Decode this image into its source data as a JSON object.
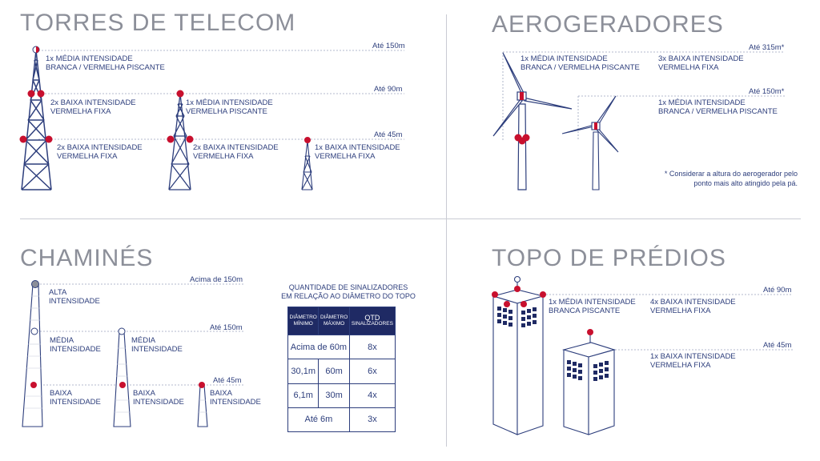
{
  "telecom": {
    "title": "TORRES DE TELECOM",
    "h150": "Até 150m",
    "h90": "Até 90m",
    "h45": "Até 45m",
    "l1": [
      "1x MÉDIA INTENSIDADE",
      "BRANCA / VERMELHA PISCANTE"
    ],
    "l2": [
      "2x BAIXA INTENSIDADE",
      "VERMELHA FIXA"
    ],
    "l3": [
      "1x MÉDIA INTENSIDADE",
      "VERMELHA PISCANTE"
    ],
    "l4": [
      "2x BAIXA INTENSIDADE",
      "VERMELHA FIXA"
    ],
    "l5": [
      "2x BAIXA INTENSIDADE",
      "VERMELHA FIXA"
    ],
    "l6": [
      "1x BAIXA INTENSIDADE",
      "VERMELHA FIXA"
    ]
  },
  "aero": {
    "title": "AEROGERADORES",
    "h315": "Até 315m*",
    "h150": "Até 150m*",
    "l1": [
      "1x MÉDIA INTENSIDADE",
      "BRANCA / VERMELHA PISCANTE"
    ],
    "l2": [
      "3x BAIXA INTENSIDADE",
      "VERMELHA FIXA"
    ],
    "l3": [
      "1x MÉDIA INTENSIDADE",
      "BRANCA / VERMELHA PISCANTE"
    ],
    "note": [
      "* Considerar a altura do aerogerador pelo",
      "ponto mais alto atingido pela pá."
    ]
  },
  "chamines": {
    "title": "CHAMINÉS",
    "h_acima150": "Acima de 150m",
    "h150": "Até 150m",
    "h45": "Até 45m",
    "alta": [
      "ALTA",
      "INTENSIDADE"
    ],
    "media1": [
      "MÉDIA",
      "INTENSIDADE"
    ],
    "media2": [
      "MÉDIA",
      "INTENSIDADE"
    ],
    "baixa1": [
      "BAIXA",
      "INTENSIDADE"
    ],
    "baixa2": [
      "BAIXA",
      "INTENSIDADE"
    ],
    "baixa3": [
      "BAIXA",
      "INTENSIDADE"
    ]
  },
  "table": {
    "caption": [
      "QUANTIDADE DE SINALIZADORES",
      "EM RELAÇÃO AO DIÂMETRO DO TOPO"
    ],
    "headers": {
      "min": [
        "DIÂMETRO",
        "MÍNIMO"
      ],
      "max": [
        "DIÂMETRO",
        "MÁXIMO"
      ],
      "qtd": [
        "QTD",
        "SINALIZADORES"
      ]
    },
    "rows": [
      {
        "range": "Acima de 60m",
        "qtd": "8x"
      },
      {
        "min": "30,1m",
        "max": "60m",
        "qtd": "6x"
      },
      {
        "min": "6,1m",
        "max": "30m",
        "qtd": "4x"
      },
      {
        "range": "Até 6m",
        "qtd": "3x"
      }
    ]
  },
  "predios": {
    "title": "TOPO DE PRÉDIOS",
    "h90": "Até 90m",
    "h45": "Até 45m",
    "l1": [
      "1x MÉDIA INTENSIDADE",
      "BRANCA PISCANTE"
    ],
    "l2": [
      "4x BAIXA INTENSIDADE",
      "VERMELHA FIXA"
    ],
    "l3": [
      "1x BAIXA INTENSIDADE",
      "VERMELHA FIXA"
    ]
  },
  "colors": {
    "navy": "#2d3e7c",
    "red": "#c8102e",
    "gray": "#8c8f99"
  }
}
